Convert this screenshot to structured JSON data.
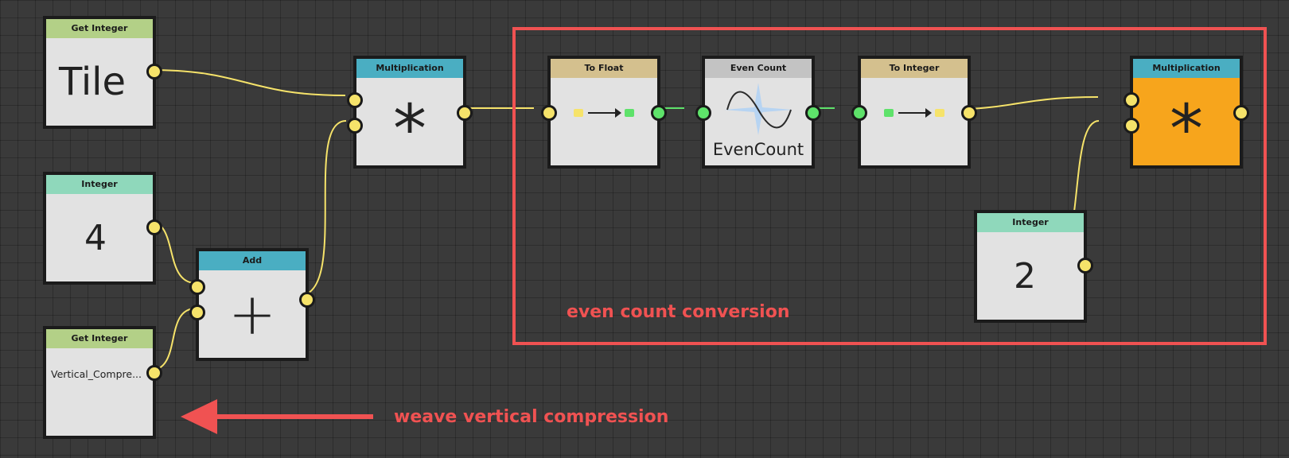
{
  "colors": {
    "wire_yellow": "#f6e36a",
    "wire_green": "#5ee26a",
    "header_get_integer": "#b3d087",
    "header_integer": "#8fd8bb",
    "header_math": "#4aaec2",
    "header_convert": "#d4c08e",
    "header_even": "#c3c3c3",
    "highlight_node": "#f7a51c",
    "annotation": "#f05252"
  },
  "nodes": {
    "get_integer_tile": {
      "title": "Get Integer",
      "value": "Tile"
    },
    "integer_4": {
      "title": "Integer",
      "value": "4"
    },
    "get_integer_vertical": {
      "title": "Get Integer",
      "value": "Vertical_Compre..."
    },
    "add": {
      "title": "Add",
      "symbol": "+"
    },
    "multiplication_1": {
      "title": "Multiplication",
      "symbol": "*"
    },
    "to_float": {
      "title": "To Float"
    },
    "even_count": {
      "title": "Even Count",
      "label": "EvenCount",
      "icon": "sine-wave-star-icon"
    },
    "to_integer": {
      "title": "To Integer"
    },
    "multiplication_2": {
      "title": "Multiplication",
      "symbol": "*"
    },
    "integer_2": {
      "title": "Integer",
      "value": "2"
    }
  },
  "annotations": {
    "frame_label": "even count conversion",
    "arrow_label": "weave vertical compression"
  }
}
